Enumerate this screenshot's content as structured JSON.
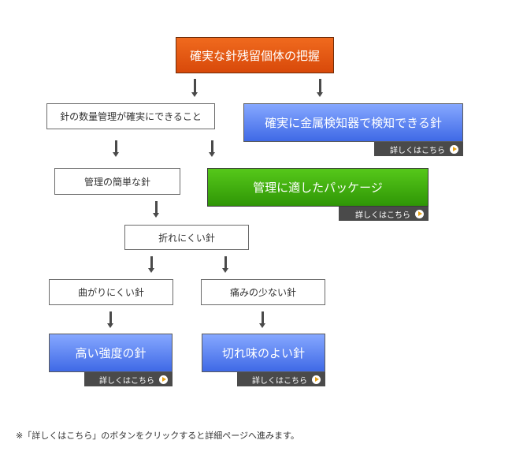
{
  "nodes": {
    "top": "確実な針残留個体の把握",
    "count_management": "針の数量管理が確実にできること",
    "metal_detect": "確実に金属検知器で検知できる針",
    "easy_management": "管理の簡単な針",
    "easy_package": "管理に適したパッケージ",
    "hard_to_break": "折れにくい針",
    "hard_to_bend": "曲がりにくい針",
    "less_pain": "痛みの少ない針",
    "high_strength": "高い強度の針",
    "sharpness": "切れ味のよい針"
  },
  "details_label": "詳しくはこちら",
  "footnote": "※「詳しくはこちら」のボタンをクリックすると詳細ページへ進みます。",
  "colors": {
    "top": "#e35614",
    "blue": "#4f78f0",
    "green": "#3aa50c",
    "details_bar": "#4a4a4a",
    "arrow": "#4a4a4a",
    "play": "#e8a317"
  }
}
